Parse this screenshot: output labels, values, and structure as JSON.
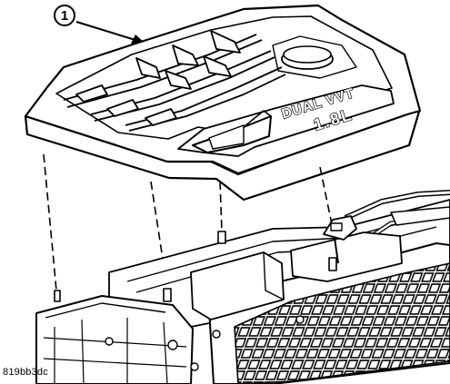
{
  "callout": {
    "number": "1"
  },
  "cover_emboss": {
    "line1": "DUAL VVT",
    "line2": "1.8L"
  },
  "figure_code": "819bb3dc",
  "colors": {
    "ink": "#000000",
    "paper": "#ffffff"
  }
}
